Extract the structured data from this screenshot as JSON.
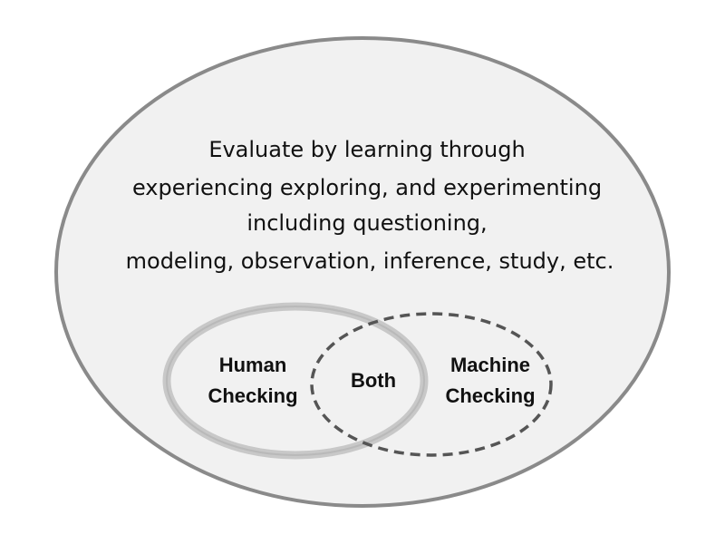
{
  "outer": {
    "description_lines": [
      "Evaluate by learning through",
      "experiencing exploring, and experimenting",
      "including questioning,",
      "modeling, observation, inference, study, etc."
    ]
  },
  "human": {
    "label_lines": [
      "Human",
      "Checking"
    ]
  },
  "both": {
    "label": "Both"
  },
  "machine": {
    "label_lines": [
      "Machine",
      "Checking"
    ]
  },
  "colors": {
    "outer_fill": "#f1f1f1",
    "outer_stroke": "#8a8a8a",
    "human_stroke": "#b9b9b9",
    "machine_stroke": "#555555",
    "text": "#111111"
  }
}
